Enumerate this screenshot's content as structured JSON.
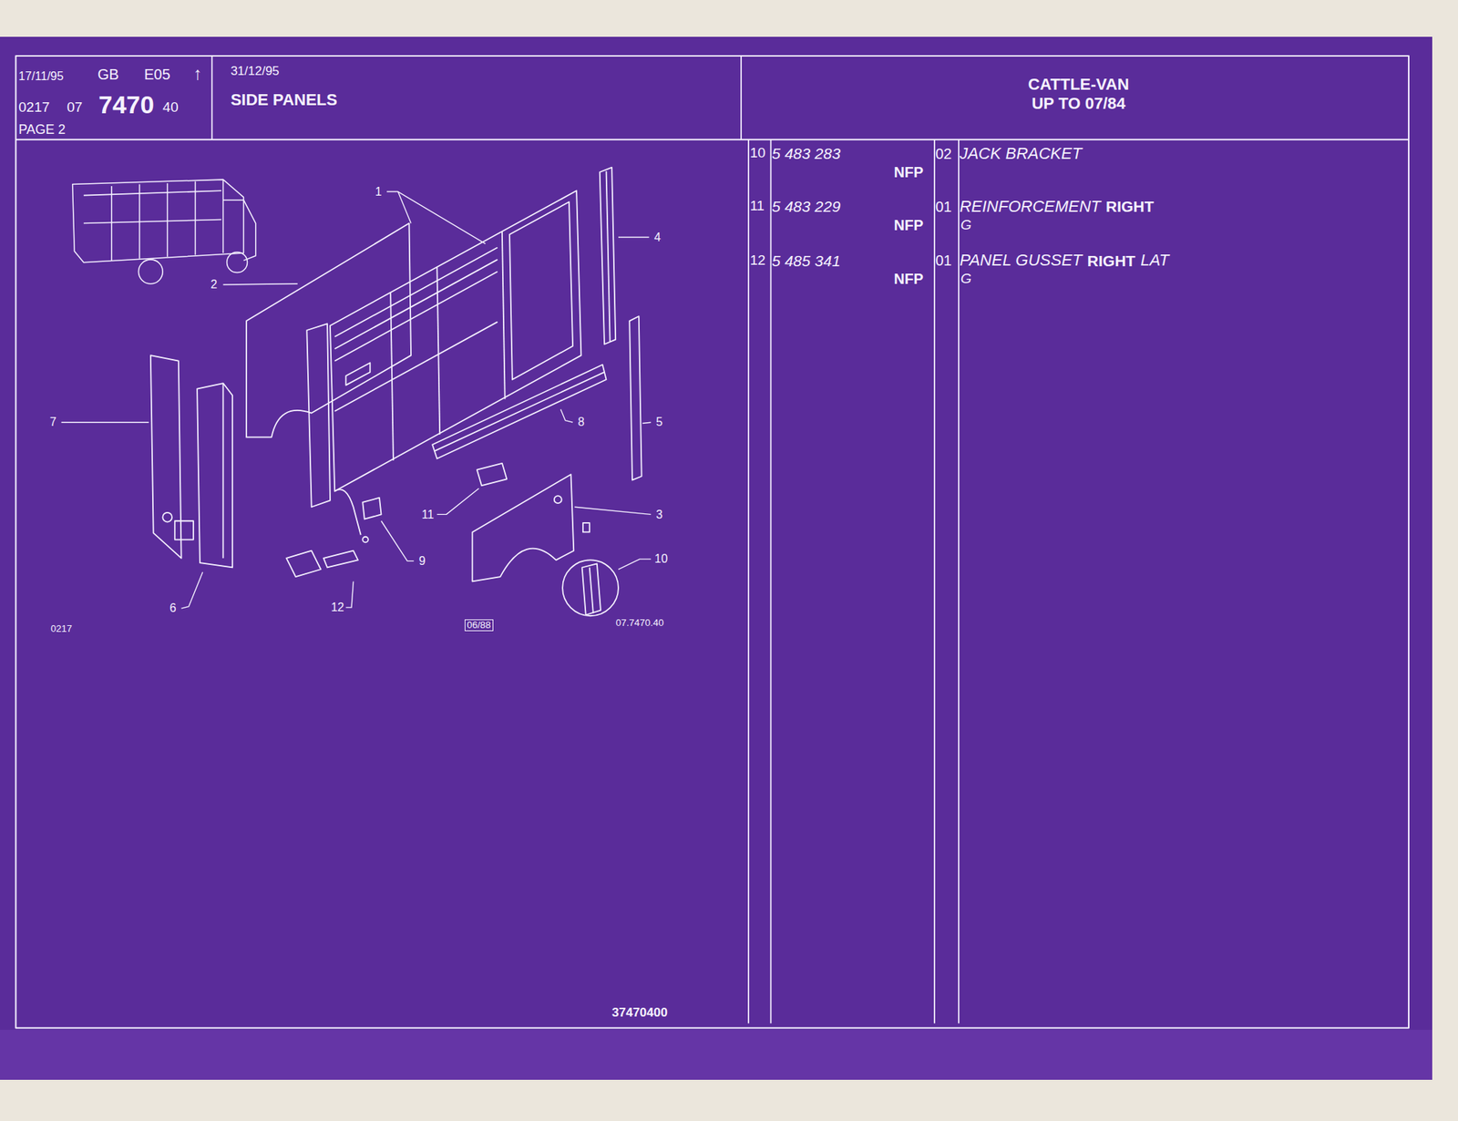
{
  "diagram": {
    "title": "SIDE PANELS",
    "labels": [
      "17/11/95",
      "GB",
      "E05",
      "↑",
      "0217",
      "07",
      "7470",
      "40",
      "PAGE 2",
      "31/12/95",
      "CATTLE-VAN UP TO 07/84",
      "10",
      "5 483 283",
      "NFP",
      "02",
      "JACK BRACKET",
      "11",
      "5 483 229",
      "NFP",
      "01",
      "REINFORCEMENT",
      "RIGHT",
      "G",
      "12",
      "5 485 341",
      "NFP",
      "01",
      "PANEL GUSSET",
      "RIGHT",
      "LAT",
      "G",
      "1",
      "2",
      "3",
      "4",
      "5",
      "6",
      "7",
      "8",
      "9",
      "10",
      "11",
      "12",
      "0217",
      "06/88",
      "07.7470.40",
      "37470400"
    ]
  }
}
